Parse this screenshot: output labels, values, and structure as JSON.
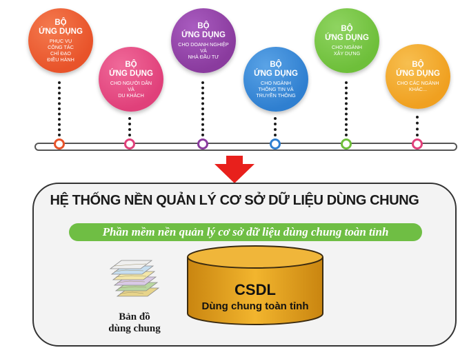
{
  "apps": [
    {
      "title_1": "BỘ",
      "title_2": "ỨNG DỤNG",
      "lines": [
        "PHỤC VỤ",
        "CÔNG TÁC",
        "CHỈ ĐẠO",
        "ĐIỀU HÀNH"
      ],
      "color": "#e8532a"
    },
    {
      "title_1": "BỘ",
      "title_2": "ỨNG DỤNG",
      "lines": [
        "CHO NGƯỜI DÂN",
        "VÀ",
        "DU KHÁCH"
      ],
      "color": "#e0407a"
    },
    {
      "title_1": "BỘ",
      "title_2": "ỨNG DỤNG",
      "lines": [
        "CHO DOANH NGHIỆP",
        "VÀ",
        "NHÀ ĐẦU TƯ"
      ],
      "color": "#8a3b9e"
    },
    {
      "title_1": "BỘ",
      "title_2": "ỨNG DỤNG",
      "lines": [
        "CHO NGÀNH",
        "THÔNG TIN VÀ",
        "TRUYỀN THÔNG"
      ],
      "color": "#2f7fd0"
    },
    {
      "title_1": "BỘ",
      "title_2": "ỨNG DỤNG",
      "lines": [
        "CHO NGÀNH",
        "XÂY DỰNG"
      ],
      "color": "#6ebf3a"
    },
    {
      "title_1": "BỘ",
      "title_2": "ỨNG DỤNG",
      "lines": [
        "CHO CÁC NGÀNH",
        "KHÁC..."
      ],
      "color": "#f0a020"
    }
  ],
  "node_colors": [
    "#e8532a",
    "#e0407a",
    "#8a3b9e",
    "#2f7fd0",
    "#6ebf3a",
    "#e0407a"
  ],
  "system": {
    "title": "HỆ THỐNG NỀN QUẢN LÝ CƠ SỞ DỮ LIỆU DÙNG CHUNG",
    "subtitle": "Phần mềm nền quản lý cơ sở dữ liệu dùng chung toàn tỉnh",
    "accent": "#6fbe44",
    "arrow_color": "#e8201c"
  },
  "map": {
    "label_1": "Bản đồ",
    "label_2": "dùng chung"
  },
  "csdl": {
    "title": "CSDL",
    "subtitle": "Dùng chung toàn tỉnh",
    "color": "#e3a21a"
  }
}
